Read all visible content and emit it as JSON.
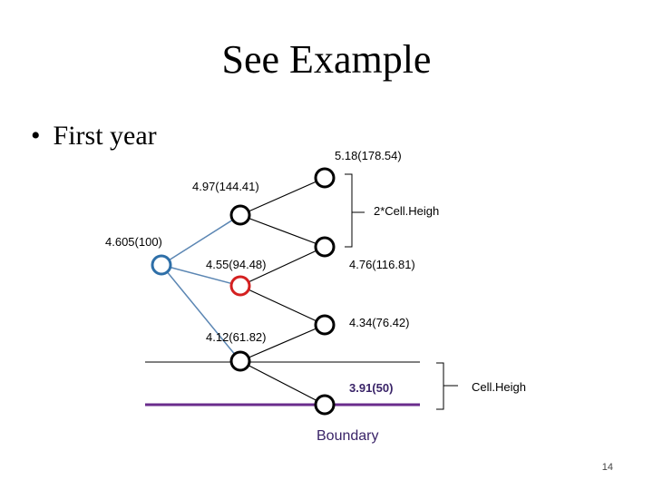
{
  "title": "See Example",
  "bullet": {
    "symbol": "•",
    "text": "First year"
  },
  "nodes": {
    "root": "4.605(100)",
    "up": "4.97(144.41)",
    "mid": "4.55(94.48)",
    "down": "4.12(61.82)",
    "uu": "5.18(178.54)",
    "um": "4.76(116.81)",
    "md": "4.34(76.42)",
    "dd": "3.91(50)"
  },
  "annotations": {
    "bracket_upper": "2*Cell.Heigh",
    "bracket_lower": "Cell.Heigh",
    "boundary": "Boundary"
  },
  "page_number": "14",
  "colors": {
    "root_node": "#2e6fa8",
    "highlight_node": "#d42020",
    "path_line": "#5b86b3",
    "boundary_line": "#6a2c8c",
    "boundary_text": "#3a2468"
  }
}
